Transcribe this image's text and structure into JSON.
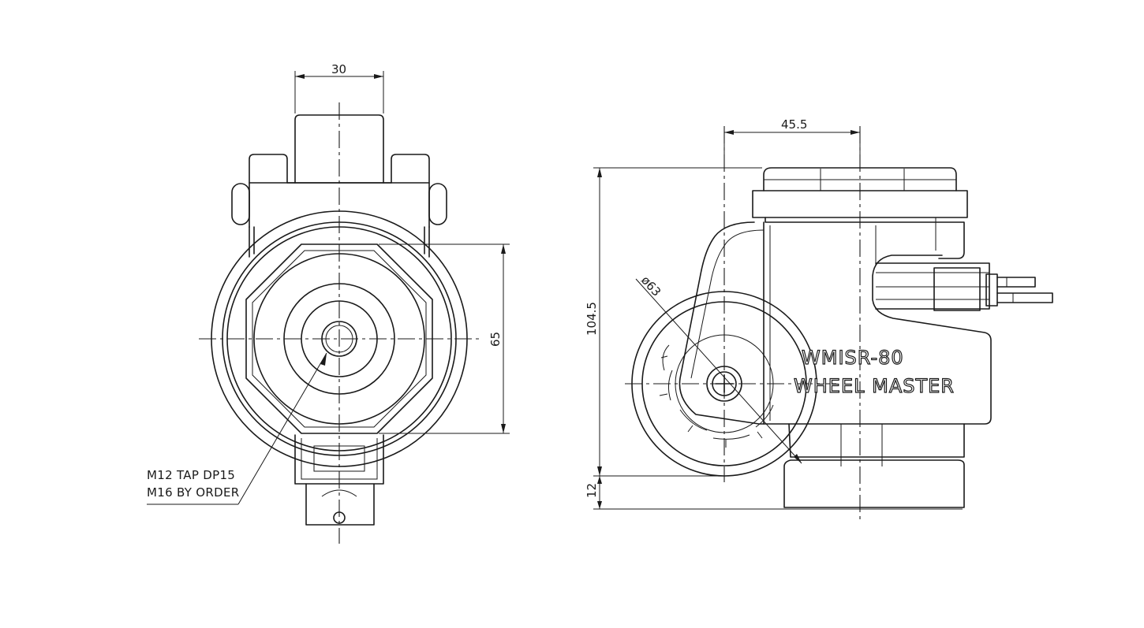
{
  "dimensions": {
    "front_width": "30",
    "side_offset": "45.5",
    "front_height": "65",
    "side_height": "104.5",
    "base_height": "12",
    "wheel_diameter": "ø63"
  },
  "notes": {
    "tap_line1": "M12 TAP DP15",
    "tap_line2": "M16 BY ORDER"
  },
  "body_text": {
    "model": "WMISR-80",
    "brand": "WHEEL MASTER"
  },
  "colors": {
    "line": "#1a1a1a",
    "background": "#ffffff"
  }
}
